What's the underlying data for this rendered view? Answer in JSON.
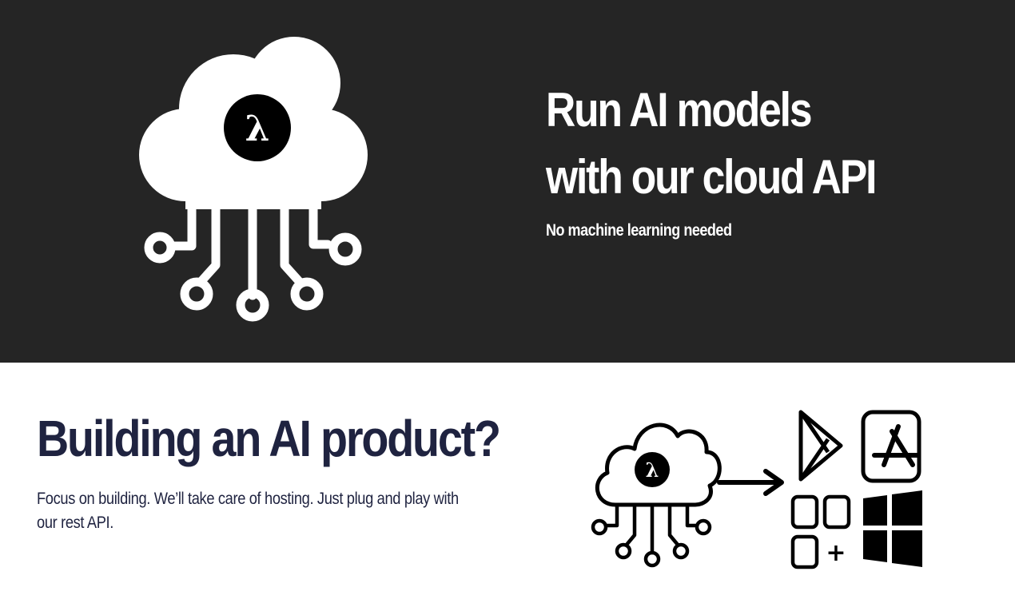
{
  "hero": {
    "title_line1": "Run AI models",
    "title_line2": "with our cloud API",
    "subtitle": "No machine learning needed",
    "lambda_symbol": "λ",
    "illustration_icon": "cloud-lambda-circuit-icon",
    "background_color": "#252525"
  },
  "product_section": {
    "title": "Building an AI product?",
    "text": "Focus on building. We’ll take care of hosting. Just plug and play with our rest API.",
    "lambda_symbol": "λ",
    "plus_symbol": "+",
    "text_color": "#1f2340",
    "icons": [
      "cloud-lambda-circuit-icon",
      "arrow-right-icon",
      "google-play-icon",
      "app-store-icon",
      "app-grid-icon",
      "windows-icon"
    ]
  }
}
